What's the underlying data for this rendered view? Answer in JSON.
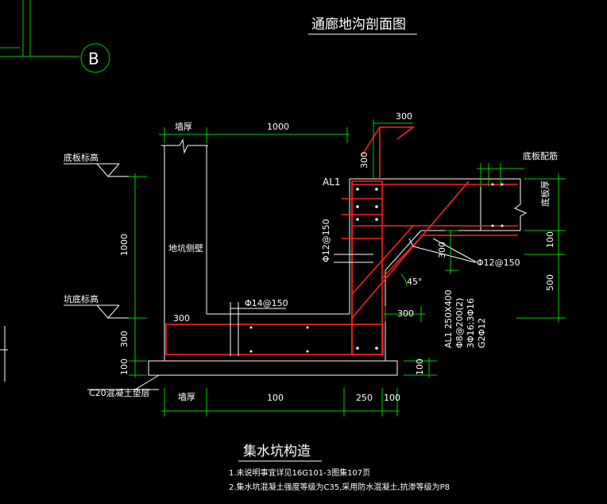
{
  "title": "通廊地沟剖面图",
  "grid_marker": "B",
  "section_title": "集水坑构造",
  "notes": [
    "1.未说明事宜详见16G101-3图集107页",
    "2.集水坑混凝土强度等级为C35,采用防水混凝土,抗渗等级为P8"
  ],
  "labels": {
    "floor_elev": "底板标高",
    "pit_elev": "坑底标高",
    "wall_side": "地坑侧壁",
    "wall_thk_top": "墙厚",
    "wall_thk_bottom": "墙厚",
    "slab_reinf": "底板配筋",
    "slab_thk": "底板厚",
    "cushion": "C20混凝土垫层",
    "beam_id": "AL1",
    "beam_spec": [
      "AL1 250X400",
      "Φ8@200(2)",
      "3Φ16;3Φ16",
      "G2Φ12"
    ],
    "rebar_a": "Φ12@150",
    "rebar_b": "Φ12@150",
    "rebar_c": "Φ14@150",
    "angle": "45°"
  },
  "dims": {
    "top_span": "1000",
    "bar_len_top": "300",
    "bar_vert": "300",
    "depth": "1000",
    "bottom_300": "300",
    "cushion_100": "100",
    "bar_len_left": "300",
    "chamfer_300": "300",
    "chamfer_vert_300": "300",
    "bottom_span": "100",
    "bottom_250": "250",
    "bottom_100": "100",
    "right_100": "100",
    "right_500": "500",
    "right_100b": "100"
  },
  "colors": {
    "line": "#ffffff",
    "dim": "#00d000",
    "rebar": "#ff2020",
    "bg": "#000000"
  }
}
